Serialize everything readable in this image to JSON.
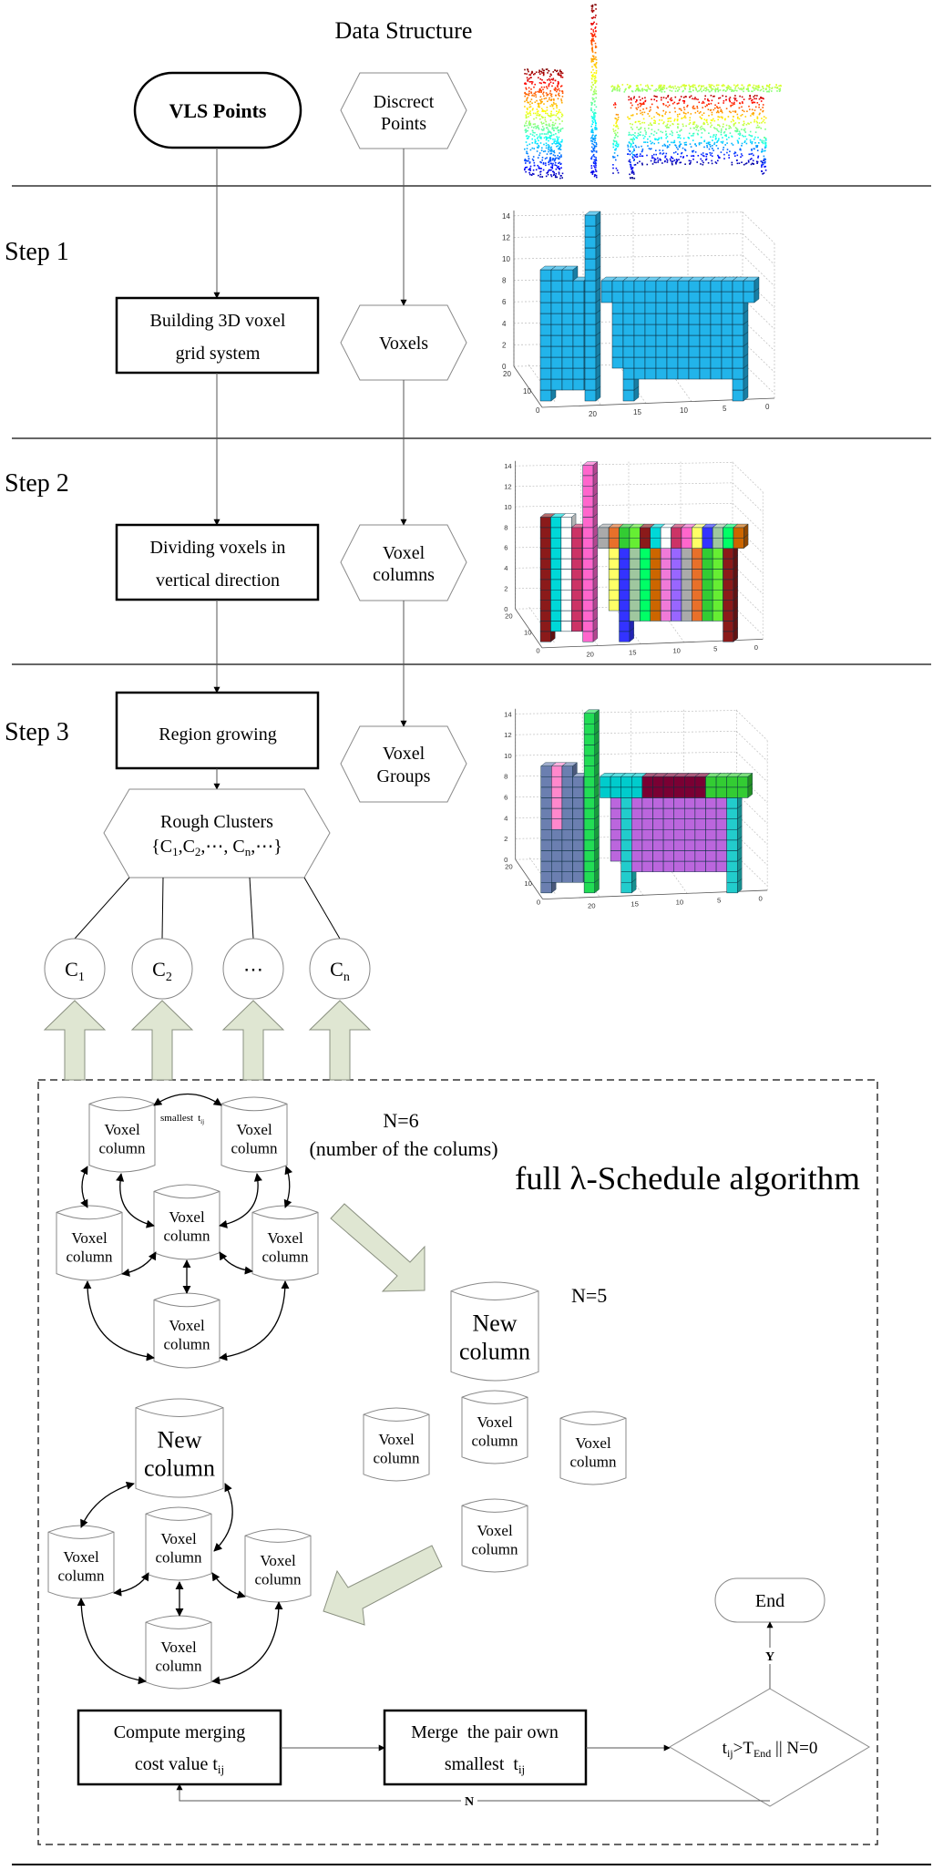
{
  "header": {
    "title": "Data Structure"
  },
  "steps": [
    "Step 1",
    "Step 2",
    "Step 3"
  ],
  "process": {
    "start": "VLS Points",
    "step1": [
      "Building 3D voxel",
      "grid system"
    ],
    "step2": [
      "Dividing voxels in",
      "vertical direction"
    ],
    "step3": "Region growing"
  },
  "data_nodes": {
    "points": [
      "Discrect",
      "Points"
    ],
    "voxels": "Voxels",
    "columns": [
      "Voxel",
      "columns"
    ],
    "groups": [
      "Voxel",
      "Groups"
    ]
  },
  "rough_clusters": {
    "label": "Rough Clusters",
    "set_parts": [
      "{C",
      "1",
      ",C",
      "2",
      ",⋯, C",
      "n",
      ",⋯}"
    ]
  },
  "clusters": [
    {
      "base": "C",
      "sub": "1"
    },
    {
      "base": "C",
      "sub": "2"
    },
    {
      "base": "⋯",
      "sub": ""
    },
    {
      "base": "C",
      "sub": "n"
    }
  ],
  "algorithm": {
    "title": "full λ-Schedule algorithm",
    "n6": "N=6",
    "n6_note": "(number of the colums)",
    "n5": "N=5",
    "smallest": "smallest",
    "t": "t",
    "ij": "ij",
    "voxel_column": [
      "Voxel",
      "column"
    ],
    "new_column": [
      "New",
      "column"
    ],
    "compute": [
      "Compute merging",
      "cost value t",
      "ij"
    ],
    "merge": [
      "Merge  the pair own",
      "smallest  t",
      "ij"
    ],
    "condition": [
      "t",
      "ij",
      ">T",
      "End",
      " || N=0"
    ],
    "end": "End",
    "yes": "Y",
    "no": "N"
  },
  "plots": {
    "z_ticks": [
      "0",
      "2",
      "4",
      "6",
      "8",
      "10",
      "12",
      "14"
    ],
    "depth_ticks": [
      "20",
      "10",
      "0"
    ],
    "x_ticks": [
      "20",
      "15",
      "10",
      "5",
      "0"
    ]
  },
  "colors": {
    "voxel_blue": "#22b4ea",
    "arrow_fill": "#dfe6d2",
    "step2_palette": [
      "#8b1a1a",
      "#e8702a",
      "#f07ad8",
      "#9fc79f",
      "#ff66cc",
      "#00d8d8",
      "#33cc33",
      "#9966ff",
      "#00ff66",
      "#ffff66",
      "#ffffff",
      "#66ee33",
      "#aaaaaa",
      "#cc6600",
      "#3333ff",
      "#cc3366"
    ],
    "step3_groups": {
      "panel": "#6b7fb0",
      "panel_accent": "#ff88cc",
      "pole": "#22dd55",
      "body": "#bb66dd",
      "top_a": "#00cccc",
      "top_b": "#7a0033",
      "top_c": "#33cc33",
      "legs": "#22cccc"
    }
  }
}
